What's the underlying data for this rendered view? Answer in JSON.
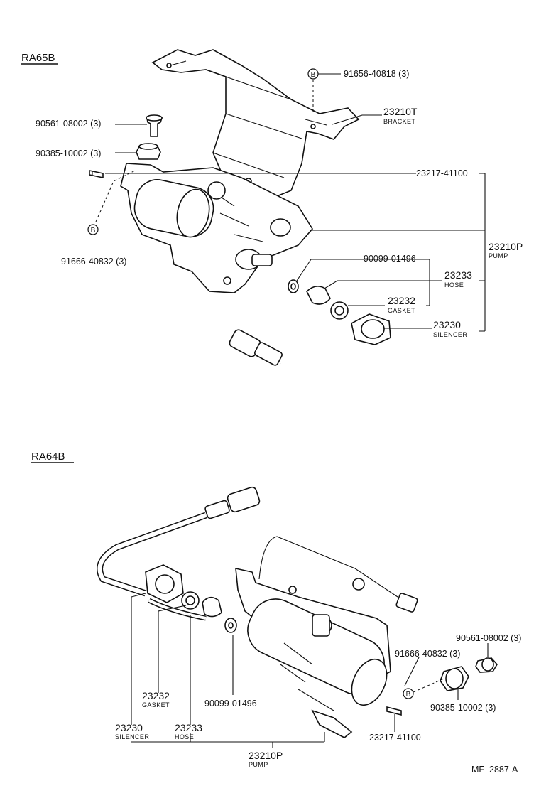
{
  "sections": {
    "ra65b": {
      "title": "RA65B",
      "labels": {
        "bolt_b_top": "91656-40818 (3)",
        "bracket_no": "23210T",
        "bracket_name": "BRACKET",
        "collar": "90561-08002 (3)",
        "cushion": "90385-10002 (3)",
        "pump_sub": "23217-41100",
        "bolt_b_left": "91666-40832 (3)",
        "pump_no": "23210P",
        "pump_name": "PUMP",
        "washer": "90099-01496",
        "hose_no": "23233",
        "hose_name": "HOSE",
        "gasket_no": "23232",
        "gasket_name": "GASKET",
        "silencer_no": "23230",
        "silencer_name": "SILENCER"
      }
    },
    "ra64b": {
      "title": "RA64B",
      "labels": {
        "collar": "90561-08002 (3)",
        "bolt_b": "91666-40832 (3)",
        "cushion": "90385-10002 (3)",
        "gasket_no": "23232",
        "gasket_name": "GASKET",
        "washer": "90099-01496",
        "silencer_no": "23230",
        "silencer_name": "SILENCER",
        "hose_no": "23233",
        "hose_name": "HOSE",
        "pump_sub": "23217-41100",
        "pump_no": "23210P",
        "pump_name": "PUMP"
      }
    }
  },
  "callout_marker": "B",
  "figure_code": "MF  2887-A"
}
